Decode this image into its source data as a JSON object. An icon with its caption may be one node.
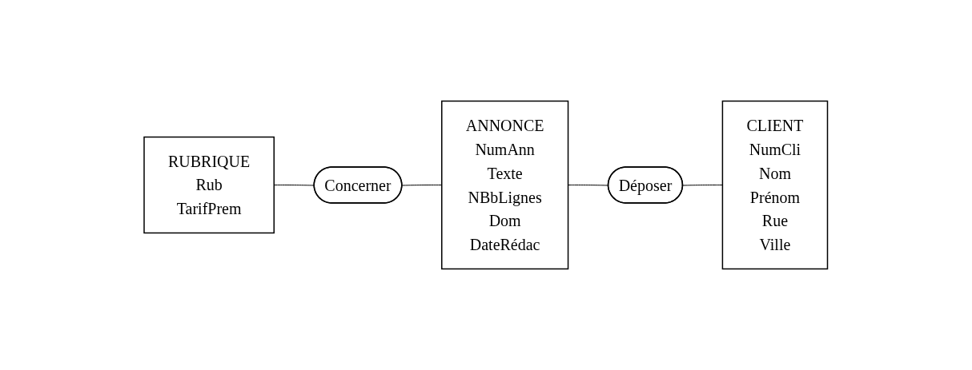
{
  "diagram": {
    "nodes": [
      {
        "text": [
          "RUBRIQUE",
          "Rub",
          "TarifPrem"
        ]
      },
      {
        "text": [
          "Concerner"
        ]
      },
      {
        "text": [
          "ANNONCE",
          "NumAnn",
          "Texte",
          "NBbLignes",
          "Dom",
          "DateRédac"
        ]
      },
      {
        "text": [
          "Déposer"
        ]
      },
      {
        "text": [
          "CLIENT",
          "NumCli",
          "Nom",
          "Prénom",
          "Rue",
          "Ville"
        ]
      }
    ],
    "edges": [
      {
        "from": 0,
        "to": 1,
        "arrow": "none"
      },
      {
        "from": 1,
        "to": 2,
        "arrow": "none"
      },
      {
        "from": 2,
        "to": 3,
        "arrow": "none"
      },
      {
        "from": 3,
        "to": 4,
        "arrow": "none"
      }
    ]
  }
}
